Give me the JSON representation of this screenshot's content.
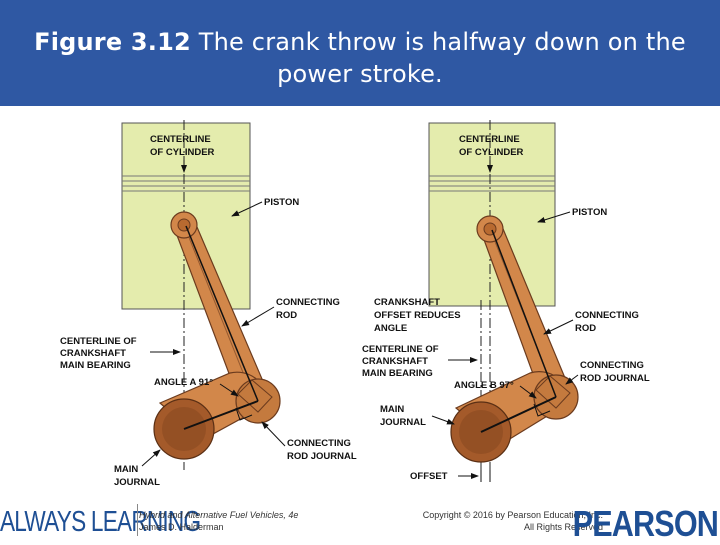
{
  "header": {
    "figure_number": "Figure 3.12",
    "caption": "The crank throw is halfway down on the power stroke."
  },
  "left_diagram": {
    "centerline_cylinder": [
      "CENTERLINE",
      "OF CYLINDER"
    ],
    "piston": "PISTON",
    "connecting_rod": [
      "CONNECTING",
      "ROD"
    ],
    "centerline_crankshaft": [
      "CENTERLINE OF",
      "CRANKSHAFT",
      "MAIN BEARING"
    ],
    "angle": "ANGLE A 91°",
    "rod_journal": [
      "CONNECTING",
      "ROD JOURNAL"
    ],
    "main_journal": [
      "MAIN",
      "JOURNAL"
    ]
  },
  "right_diagram": {
    "centerline_cylinder": [
      "CENTERLINE",
      "OF CYLINDER"
    ],
    "piston": "PISTON",
    "offset_note": [
      "CRANKSHAFT",
      "OFFSET REDUCES",
      "ANGLE"
    ],
    "connecting_rod": [
      "CONNECTING",
      "ROD"
    ],
    "centerline_crankshaft": [
      "CENTERLINE OF",
      "CRANKSHAFT",
      "MAIN BEARING"
    ],
    "rod_journal": [
      "CONNECTING",
      "ROD JOURNAL"
    ],
    "angle": "ANGLE B 97°",
    "main_journal": [
      "MAIN",
      "JOURNAL"
    ],
    "offset": "OFFSET"
  },
  "footer": {
    "always_learning": "ALWAYS LEARNING",
    "book_title": "Hybrid and Alternative Fuel Vehicles, 4e",
    "author": "James D. Halderman",
    "copyright": "Copyright © 2016 by Pearson Education, Inc.",
    "rights": "All Rights Reserved",
    "publisher": "PEARSON"
  },
  "colors": {
    "header_bg": "#2f58a3",
    "piston": "#e4ecad",
    "rod": "#d2874a",
    "rod_edge": "#6b3b1e",
    "journal": "#c47a3e",
    "brand": "#1e4f94"
  }
}
